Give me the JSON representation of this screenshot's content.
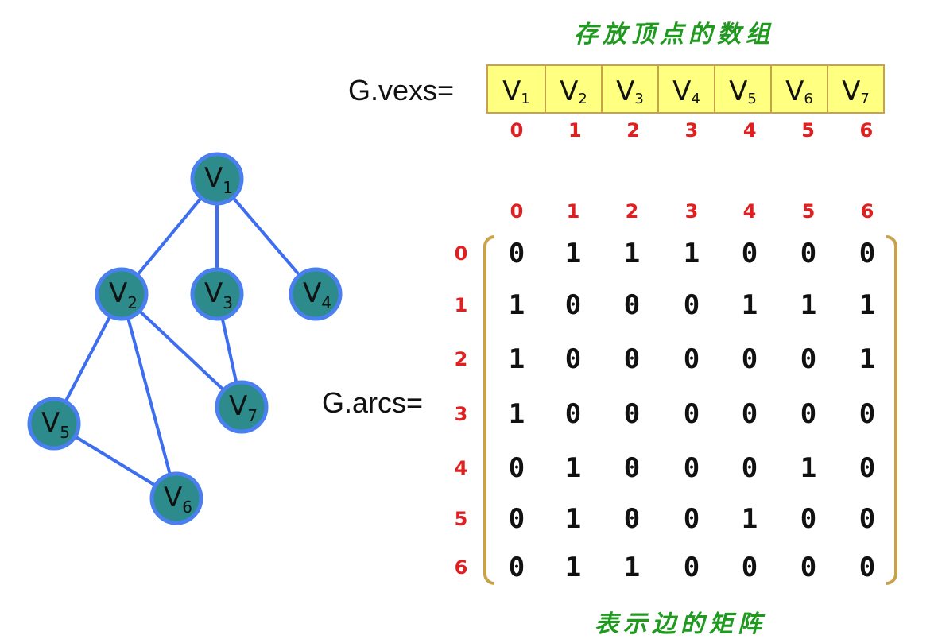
{
  "captions": {
    "array": "存放顶点的数组",
    "matrix": "表示边的矩阵"
  },
  "labels": {
    "vexs": "G.vexs=",
    "arcs": "G.arcs="
  },
  "vertices": [
    {
      "letter": "V",
      "sub": "1"
    },
    {
      "letter": "V",
      "sub": "2"
    },
    {
      "letter": "V",
      "sub": "3"
    },
    {
      "letter": "V",
      "sub": "4"
    },
    {
      "letter": "V",
      "sub": "5"
    },
    {
      "letter": "V",
      "sub": "6"
    },
    {
      "letter": "V",
      "sub": "7"
    }
  ],
  "array_indices": [
    "0",
    "1",
    "2",
    "3",
    "4",
    "5",
    "6"
  ],
  "matrix_col_indices": [
    "0",
    "1",
    "2",
    "3",
    "4",
    "5",
    "6"
  ],
  "matrix_row_indices": [
    "0",
    "1",
    "2",
    "3",
    "4",
    "5",
    "6"
  ],
  "matrix": [
    [
      "0",
      "1",
      "1",
      "1",
      "0",
      "0",
      "0"
    ],
    [
      "1",
      "0",
      "0",
      "0",
      "1",
      "1",
      "1"
    ],
    [
      "1",
      "0",
      "0",
      "0",
      "0",
      "0",
      "1"
    ],
    [
      "1",
      "0",
      "0",
      "0",
      "0",
      "0",
      "0"
    ],
    [
      "0",
      "1",
      "0",
      "0",
      "0",
      "1",
      "0"
    ],
    [
      "0",
      "1",
      "0",
      "0",
      "1",
      "0",
      "0"
    ],
    [
      "0",
      "1",
      "1",
      "0",
      "0",
      "0",
      "0"
    ]
  ],
  "edges": [
    [
      0,
      1
    ],
    [
      0,
      2
    ],
    [
      0,
      3
    ],
    [
      1,
      4
    ],
    [
      1,
      5
    ],
    [
      1,
      6
    ],
    [
      2,
      6
    ],
    [
      4,
      5
    ]
  ],
  "colors": {
    "node_fill": "#2e8b8b",
    "node_stroke": "#4a7ff0",
    "edge": "#3d6ef0",
    "caption": "#1f9a1f",
    "index": "#e02020",
    "array_fill": "#ffff80",
    "bracket": "#c8a24a"
  }
}
